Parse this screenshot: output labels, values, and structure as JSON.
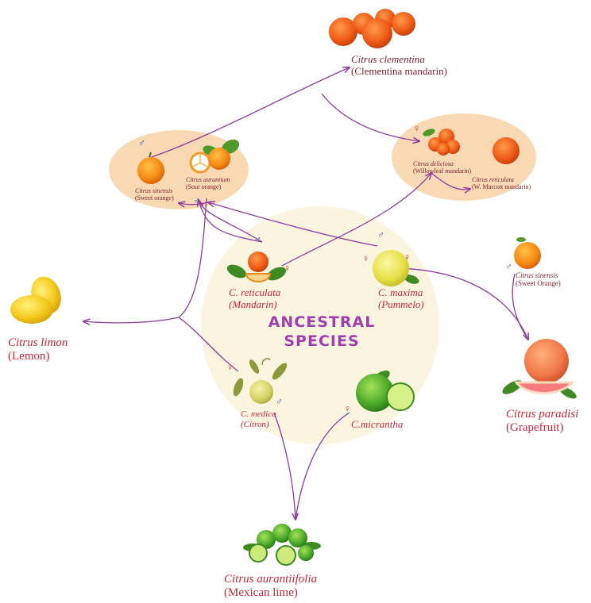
{
  "center": {
    "title_line1": "ANCESTRAL",
    "title_line2": "SPECIES"
  },
  "nodes": {
    "clementina": {
      "scientific": "Citrus clementina",
      "common": "(Clementina mandarin)"
    },
    "sinensis_left": {
      "scientific": "Citrus sinensis",
      "common": "(Sweet orange)"
    },
    "aurantium": {
      "scientific": "Citrus aurantium",
      "common": "(Sour orange)"
    },
    "deliciosa": {
      "scientific": "Citrus deliciosa",
      "common": "(Willowleaf  mandarin)"
    },
    "reticulata": {
      "scientific": "Citrus reticulata",
      "common": "(W. Murcott mandarin)"
    },
    "sinensis_right": {
      "scientific": "Citrus sinensis",
      "common": "(Sweet Orange)"
    },
    "reticulata_anc": {
      "scientific": "C. reticulata",
      "common": "(Mandarin)"
    },
    "maxima": {
      "scientific": "C. maxima",
      "common": "(Pummelo)"
    },
    "limon": {
      "scientific": "Citrus limon",
      "common": "(Lemon)"
    },
    "paradisi": {
      "scientific": "Citrus paradisi",
      "common": "(Grapefruit)"
    },
    "medica": {
      "scientific": "C. medica",
      "common": "(Citron)"
    },
    "micrantha": {
      "scientific": "C.micrantha"
    },
    "aurantiifolia": {
      "scientific": "Citrus aurantiifolia",
      "common": "(Mexican lime)"
    }
  },
  "symbols": {
    "male": "♂",
    "female": "♀"
  },
  "colors": {
    "arrow": "#8e3b9e",
    "label_red": "#c8283c",
    "group_bg": "#f8d9b4",
    "center_bg": "#fbf5df",
    "male": "#3a62b0",
    "female": "#d02a2a"
  }
}
